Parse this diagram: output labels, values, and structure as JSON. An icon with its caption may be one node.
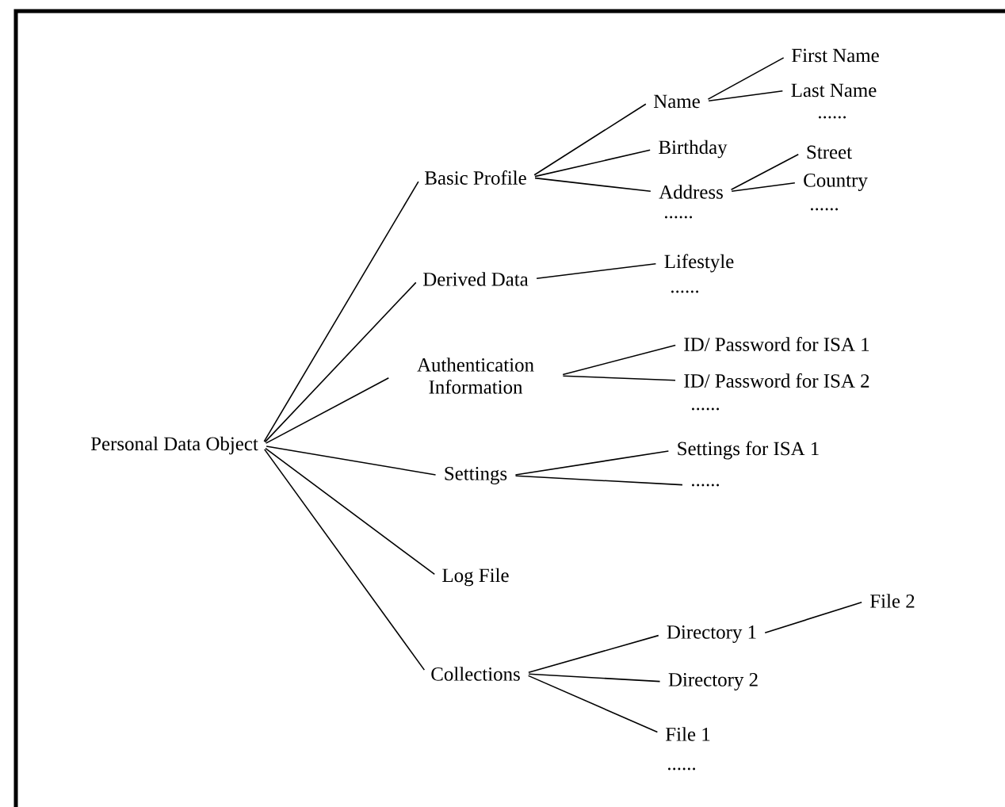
{
  "diagram": {
    "nodes": [
      {
        "text": [
          "Personal Data Object"
        ]
      },
      {
        "text": [
          "Basic Profile"
        ]
      },
      {
        "text": [
          "Derived Data"
        ]
      },
      {
        "text": [
          "Authentication Information"
        ]
      },
      {
        "text": [
          "Settings"
        ]
      },
      {
        "text": [
          "Log File"
        ]
      },
      {
        "text": [
          "Collections"
        ]
      },
      {
        "text": [
          "Name"
        ]
      },
      {
        "text": [
          "Birthday"
        ]
      },
      {
        "text": [
          "Address"
        ]
      },
      {
        "text": [
          "First Name"
        ]
      },
      {
        "text": [
          "Last Name"
        ]
      },
      {
        "text": [
          "Street"
        ]
      },
      {
        "text": [
          "Country"
        ]
      },
      {
        "text": [
          "Lifestyle"
        ]
      },
      {
        "text": [
          "ID/ Password for ISA 1"
        ]
      },
      {
        "text": [
          "ID/ Password for ISA 2"
        ]
      },
      {
        "text": [
          "Settings for ISA 1"
        ]
      },
      {
        "text": [
          "......"
        ]
      },
      {
        "text": [
          "Directory 1"
        ]
      },
      {
        "text": [
          "Directory 2"
        ]
      },
      {
        "text": [
          "File 1"
        ]
      },
      {
        "text": [
          "File 2"
        ]
      }
    ],
    "edges": [
      {
        "from": 0,
        "to": 1,
        "arrow": "none"
      },
      {
        "from": 0,
        "to": 2,
        "arrow": "none"
      },
      {
        "from": 0,
        "to": 3,
        "arrow": "none"
      },
      {
        "from": 0,
        "to": 4,
        "arrow": "none"
      },
      {
        "from": 0,
        "to": 5,
        "arrow": "none"
      },
      {
        "from": 0,
        "to": 6,
        "arrow": "none"
      },
      {
        "from": 1,
        "to": 7,
        "arrow": "none"
      },
      {
        "from": 1,
        "to": 8,
        "arrow": "none"
      },
      {
        "from": 1,
        "to": 9,
        "arrow": "none"
      },
      {
        "from": 7,
        "to": 10,
        "arrow": "none"
      },
      {
        "from": 7,
        "to": 11,
        "arrow": "none"
      },
      {
        "from": 9,
        "to": 12,
        "arrow": "none"
      },
      {
        "from": 9,
        "to": 13,
        "arrow": "none"
      },
      {
        "from": 2,
        "to": 14,
        "arrow": "none"
      },
      {
        "from": 3,
        "to": 15,
        "arrow": "none"
      },
      {
        "from": 3,
        "to": 16,
        "arrow": "none"
      },
      {
        "from": 4,
        "to": 17,
        "arrow": "none"
      },
      {
        "from": 4,
        "to": 18,
        "arrow": "none"
      },
      {
        "from": 6,
        "to": 19,
        "arrow": "none"
      },
      {
        "from": 6,
        "to": 20,
        "arrow": "none"
      },
      {
        "from": 6,
        "to": 21,
        "arrow": "none"
      },
      {
        "from": 19,
        "to": 22,
        "arrow": "none"
      }
    ],
    "labels": [
      "......",
      "......",
      "......",
      "......",
      "......",
      "......"
    ]
  }
}
